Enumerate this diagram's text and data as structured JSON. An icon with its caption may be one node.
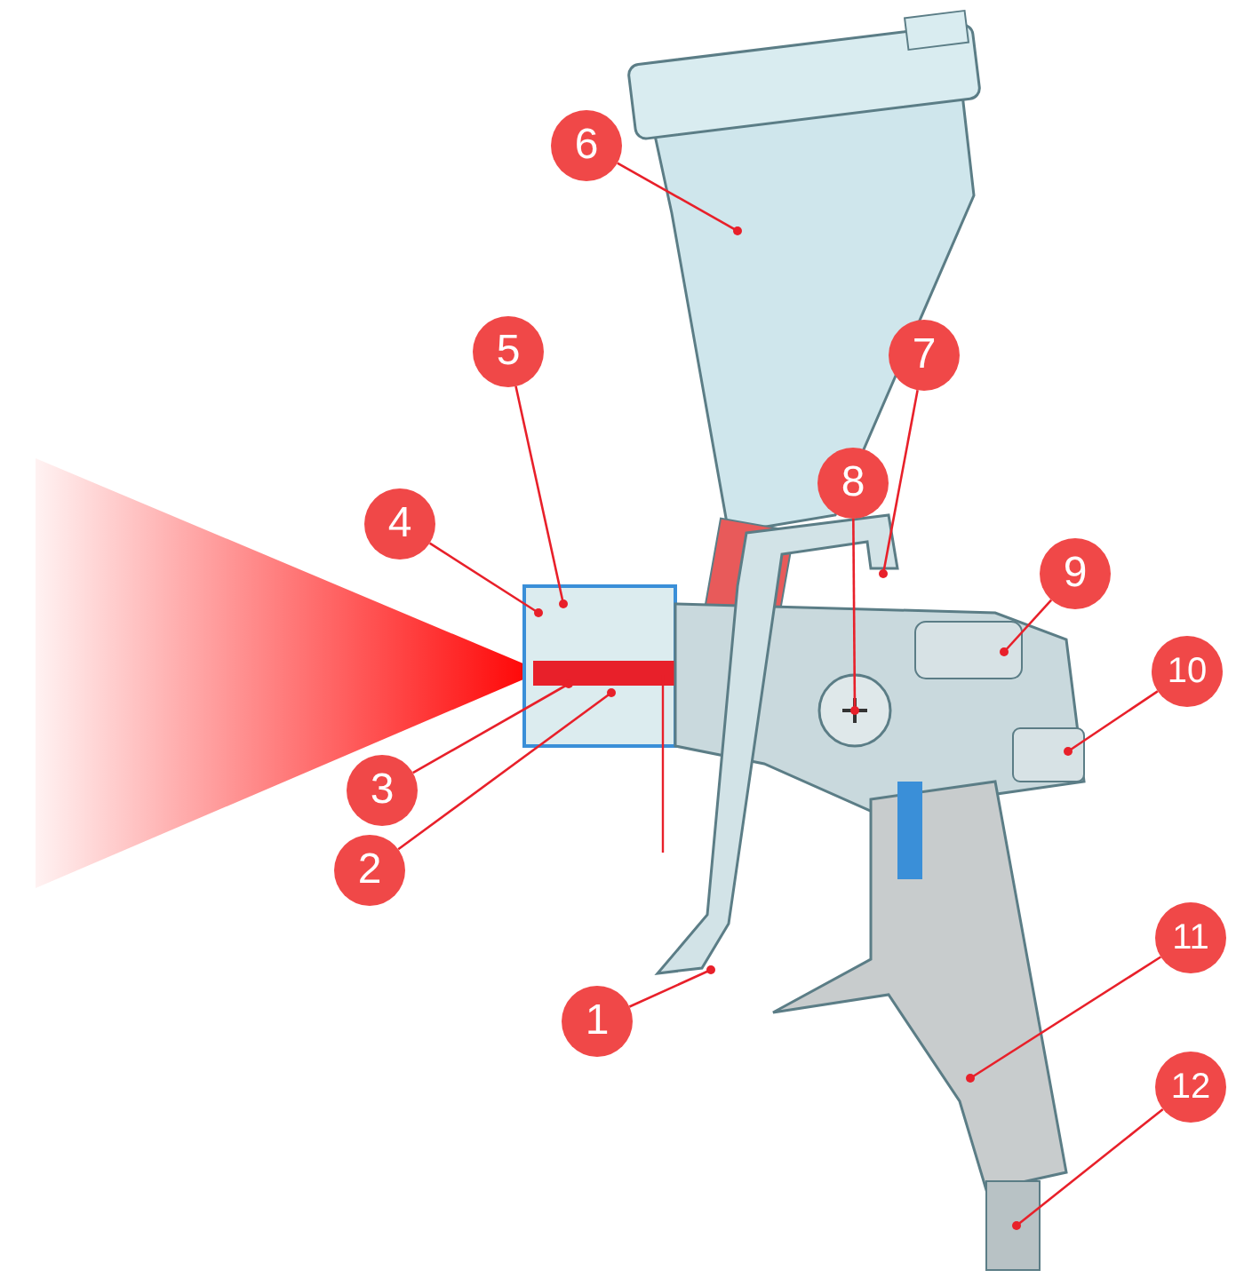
{
  "diagram": {
    "nodes": [
      {
        "text": [
          "1"
        ]
      },
      {
        "text": [
          "2"
        ]
      },
      {
        "text": [
          "3"
        ]
      },
      {
        "text": [
          "4"
        ]
      },
      {
        "text": [
          "5"
        ]
      },
      {
        "text": [
          "6"
        ]
      },
      {
        "text": [
          "7"
        ]
      },
      {
        "text": [
          "8"
        ]
      },
      {
        "text": [
          "9"
        ]
      },
      {
        "text": [
          "10"
        ]
      },
      {
        "text": [
          "11"
        ]
      },
      {
        "text": [
          "12"
        ]
      }
    ],
    "edges": [
      {
        "from": 0,
        "to": null,
        "arrow": "other"
      },
      {
        "from": 1,
        "to": null,
        "arrow": "other"
      },
      {
        "from": 2,
        "to": null,
        "arrow": "other"
      },
      {
        "from": 3,
        "to": null,
        "arrow": "other"
      },
      {
        "from": 4,
        "to": null,
        "arrow": "other"
      },
      {
        "from": 5,
        "to": null,
        "arrow": "other"
      },
      {
        "from": 6,
        "to": null,
        "arrow": "other"
      },
      {
        "from": 7,
        "to": null,
        "arrow": "other"
      },
      {
        "from": 8,
        "to": null,
        "arrow": "other"
      },
      {
        "from": 9,
        "to": null,
        "arrow": "other"
      },
      {
        "from": 10,
        "to": null,
        "arrow": "other"
      },
      {
        "from": 11,
        "to": null,
        "arrow": "other"
      }
    ]
  }
}
